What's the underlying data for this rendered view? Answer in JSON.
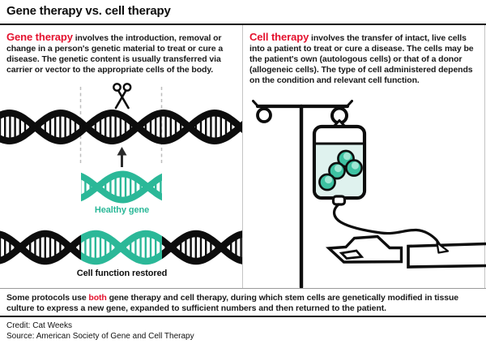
{
  "title": "Gene therapy vs. cell therapy",
  "panels": {
    "gene": {
      "heading": "Gene therapy",
      "body": "involves the introduction, removal or change in a person's genetic material to treat or cure a disease. The genetic content is usually transferred via carrier or vector to the appropriate cells of the body."
    },
    "cell": {
      "heading": "Cell therapy",
      "body": "involves the transfer of intact, live cells into a patient to treat or cure a disease. The cells may be the patient's own (autologous cells) or that of a donor (allogeneic cells). The type of cell administered depends on the condition and relevant cell function."
    }
  },
  "diagram_labels": {
    "healthy_gene": "Healthy gene",
    "cell_function_restored": "Cell function restored"
  },
  "footer": {
    "note_pre": "Some protocols use",
    "note_highlight": "both",
    "note_post": "gene therapy and cell therapy, during which stem cells are genetically modified in tissue culture to express a new gene, expanded to sufficient numbers and then returned to the patient.",
    "credit": "Credit: Cat Weeks",
    "source": "Source: American Society of Gene and Cell Therapy"
  },
  "colors": {
    "accent_red": "#e4122e",
    "teal": "#2bb898",
    "ink": "#0d0d0d",
    "fluid": "#dff2ee",
    "cell_fill": "#3ec2a2",
    "cell_highlight": "#9fe6d3",
    "divider": "#c4c4c4"
  }
}
